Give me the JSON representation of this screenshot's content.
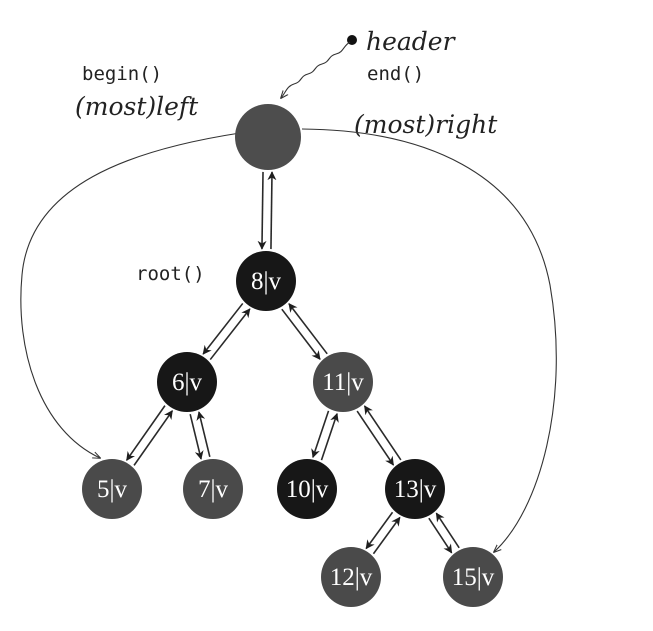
{
  "labels": {
    "header": "header",
    "end": "end()",
    "begin": "begin()",
    "most_left": "(most)left",
    "most_right": "(most)right",
    "root": "root()"
  },
  "colors": {
    "red_node": "#4a4a4a",
    "black_node": "#171717",
    "header_node": "#4d4d4d",
    "line": "#2a2a2a"
  },
  "nodes": [
    {
      "id": "header",
      "text": "",
      "color": "red"
    },
    {
      "id": "n8",
      "text": "8|v",
      "color": "black"
    },
    {
      "id": "n6",
      "text": "6|v",
      "color": "black"
    },
    {
      "id": "n11",
      "text": "11|v",
      "color": "red"
    },
    {
      "id": "n5",
      "text": "5|v",
      "color": "red"
    },
    {
      "id": "n7",
      "text": "7|v",
      "color": "red"
    },
    {
      "id": "n10",
      "text": "10|v",
      "color": "black"
    },
    {
      "id": "n13",
      "text": "13|v",
      "color": "black"
    },
    {
      "id": "n12",
      "text": "12|v",
      "color": "red"
    },
    {
      "id": "n15",
      "text": "15|v",
      "color": "red"
    }
  ],
  "edges": [
    {
      "from": "header",
      "to": "n8"
    },
    {
      "from": "n8",
      "to": "n6"
    },
    {
      "from": "n8",
      "to": "n11"
    },
    {
      "from": "n6",
      "to": "n5"
    },
    {
      "from": "n6",
      "to": "n7"
    },
    {
      "from": "n11",
      "to": "n10"
    },
    {
      "from": "n11",
      "to": "n13"
    },
    {
      "from": "n13",
      "to": "n12"
    },
    {
      "from": "n13",
      "to": "n15"
    }
  ]
}
